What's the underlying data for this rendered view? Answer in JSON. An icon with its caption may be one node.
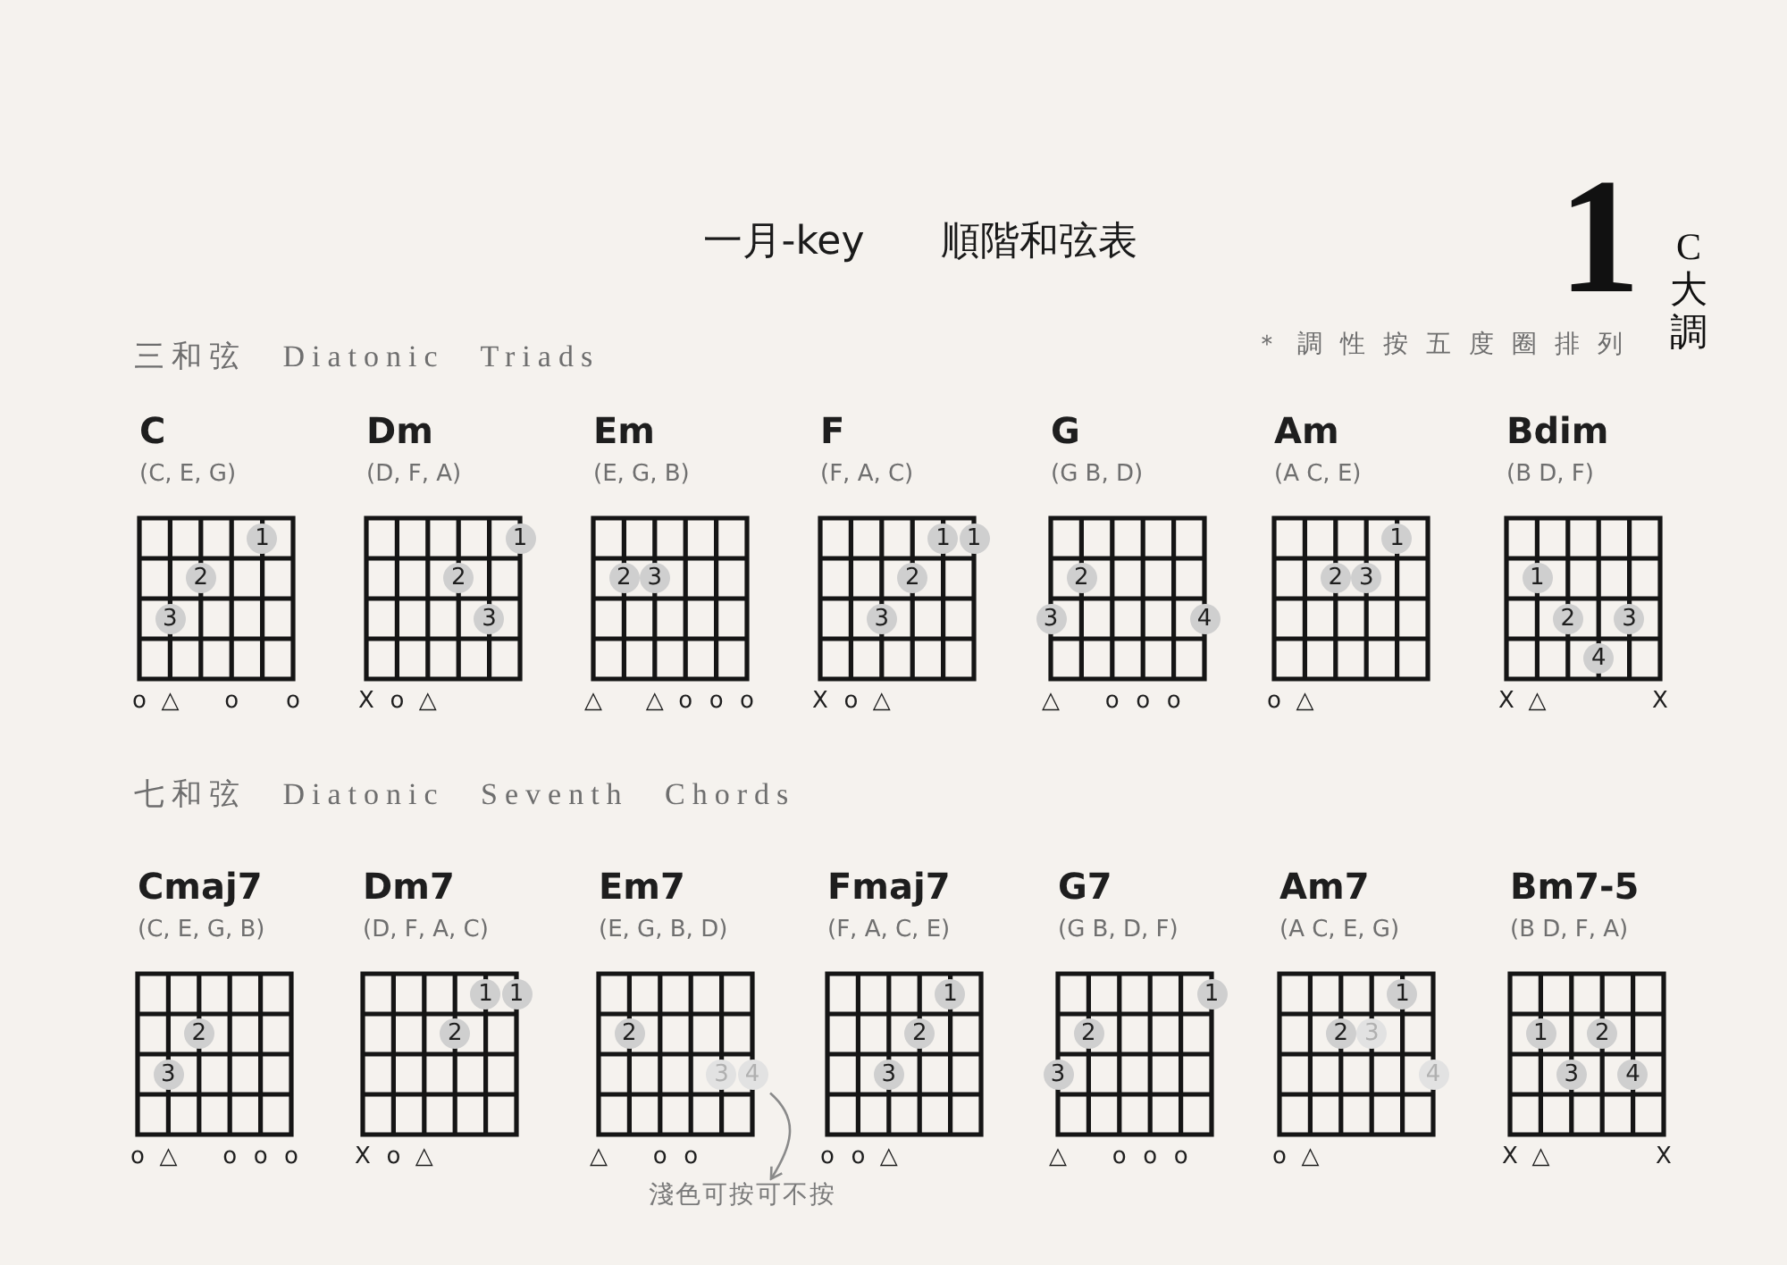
{
  "diagram": {
    "title": "一月-key 順階和弦表",
    "nodes": [
      {
        "text": [
          "C",
          "(C, E, G)"
        ],
        "beside": [
          "o",
          "△",
          "o",
          "o"
        ]
      },
      {
        "text": [
          "1"
        ],
        "in": 0
      },
      {
        "text": [
          "2"
        ],
        "in": 0
      },
      {
        "text": [
          "3"
        ],
        "in": 0
      },
      {
        "text": [
          "Dm",
          "(D, F, A)"
        ],
        "beside": [
          "X",
          "o",
          "△"
        ]
      },
      {
        "text": [
          "1"
        ],
        "in": 4
      },
      {
        "text": [
          "2"
        ],
        "in": 4
      },
      {
        "text": [
          "3"
        ],
        "in": 4
      },
      {
        "text": [
          "Em",
          "(E, G, B)"
        ],
        "beside": [
          "△",
          "△",
          "o",
          "o",
          "o"
        ]
      },
      {
        "text": [
          "2"
        ],
        "in": 8
      },
      {
        "text": [
          "3"
        ],
        "in": 8
      },
      {
        "text": [
          "F",
          "(F, A, C)"
        ],
        "beside": [
          "X",
          "o",
          "△"
        ]
      },
      {
        "text": [
          "1"
        ],
        "in": 11
      },
      {
        "text": [
          "1"
        ],
        "in": 11
      },
      {
        "text": [
          "2"
        ],
        "in": 11
      },
      {
        "text": [
          "3"
        ],
        "in": 11
      },
      {
        "text": [
          "G",
          "(G B, D)"
        ],
        "beside": [
          "△",
          "o",
          "o",
          "o"
        ]
      },
      {
        "text": [
          "2"
        ],
        "in": 16
      },
      {
        "text": [
          "3"
        ],
        "in": 16
      },
      {
        "text": [
          "4"
        ],
        "in": 16
      },
      {
        "text": [
          "Am",
          "(A C, E)"
        ],
        "beside": [
          "o",
          "△"
        ]
      },
      {
        "text": [
          "1"
        ],
        "in": 20
      },
      {
        "text": [
          "2"
        ],
        "in": 20
      },
      {
        "text": [
          "3"
        ],
        "in": 20
      },
      {
        "text": [
          "Bdim",
          "(B D, F)"
        ],
        "beside": [
          "X",
          "△",
          "X"
        ]
      },
      {
        "text": [
          "1"
        ],
        "in": 24
      },
      {
        "text": [
          "2"
        ],
        "in": 24
      },
      {
        "text": [
          "3"
        ],
        "in": 24
      },
      {
        "text": [
          "4"
        ],
        "in": 24
      },
      {
        "text": [
          "Cmaj7",
          "(C, E, G, B)"
        ],
        "beside": [
          "o",
          "△",
          "o",
          "o",
          "o"
        ]
      },
      {
        "text": [
          "2"
        ],
        "in": 29
      },
      {
        "text": [
          "3"
        ],
        "in": 29
      },
      {
        "text": [
          "Dm7",
          "(D, F, A, C)"
        ],
        "beside": [
          "X",
          "o",
          "△"
        ]
      },
      {
        "text": [
          "1"
        ],
        "in": 32
      },
      {
        "text": [
          "1"
        ],
        "in": 32
      },
      {
        "text": [
          "2"
        ],
        "in": 32
      },
      {
        "text": [
          "Em7",
          "(E, G, B, D)"
        ],
        "beside": [
          "△",
          "o",
          "o"
        ]
      },
      {
        "text": [
          "2"
        ],
        "in": 36
      },
      {
        "text": [
          "3"
        ],
        "in": 36
      },
      {
        "text": [
          "4"
        ],
        "in": 36
      },
      {
        "text": [
          "Fmaj7",
          "(F, A, C, E)"
        ],
        "beside": [
          "o",
          "o",
          "△"
        ]
      },
      {
        "text": [
          "1"
        ],
        "in": 40
      },
      {
        "text": [
          "2"
        ],
        "in": 40
      },
      {
        "text": [
          "3"
        ],
        "in": 40
      },
      {
        "text": [
          "G7",
          "(G B, D, F)"
        ],
        "beside": [
          "△",
          "o",
          "o",
          "o"
        ]
      },
      {
        "text": [
          "1"
        ],
        "in": 44
      },
      {
        "text": [
          "2"
        ],
        "in": 44
      },
      {
        "text": [
          "3"
        ],
        "in": 44
      },
      {
        "text": [
          "Am7",
          "(A C, E, G)"
        ],
        "beside": [
          "o",
          "△"
        ]
      },
      {
        "text": [
          "1"
        ],
        "in": 48
      },
      {
        "text": [
          "2"
        ],
        "in": 48
      },
      {
        "text": [
          "3"
        ],
        "in": 48
      },
      {
        "text": [
          "4"
        ],
        "in": 48
      },
      {
        "text": [
          "Bm7-5",
          "(B D, F, A)"
        ],
        "beside": [
          "X",
          "△",
          "X"
        ]
      },
      {
        "text": [
          "1"
        ],
        "in": 53
      },
      {
        "text": [
          "2"
        ],
        "in": 53
      },
      {
        "text": [
          "3"
        ],
        "in": 53
      },
      {
        "text": [
          "4"
        ],
        "in": 53
      },
      {
        "text": [
          "淺色可按可不按"
        ]
      }
    ],
    "edges": [
      {
        "from": 36,
        "to": 58,
        "arrow": "to"
      }
    ],
    "labels": [
      "1",
      "C大調",
      "三和弦 Diatonic Triads",
      "＊調性按五度圈排列",
      "七和弦 Diatonic Seventh Chords"
    ]
  }
}
